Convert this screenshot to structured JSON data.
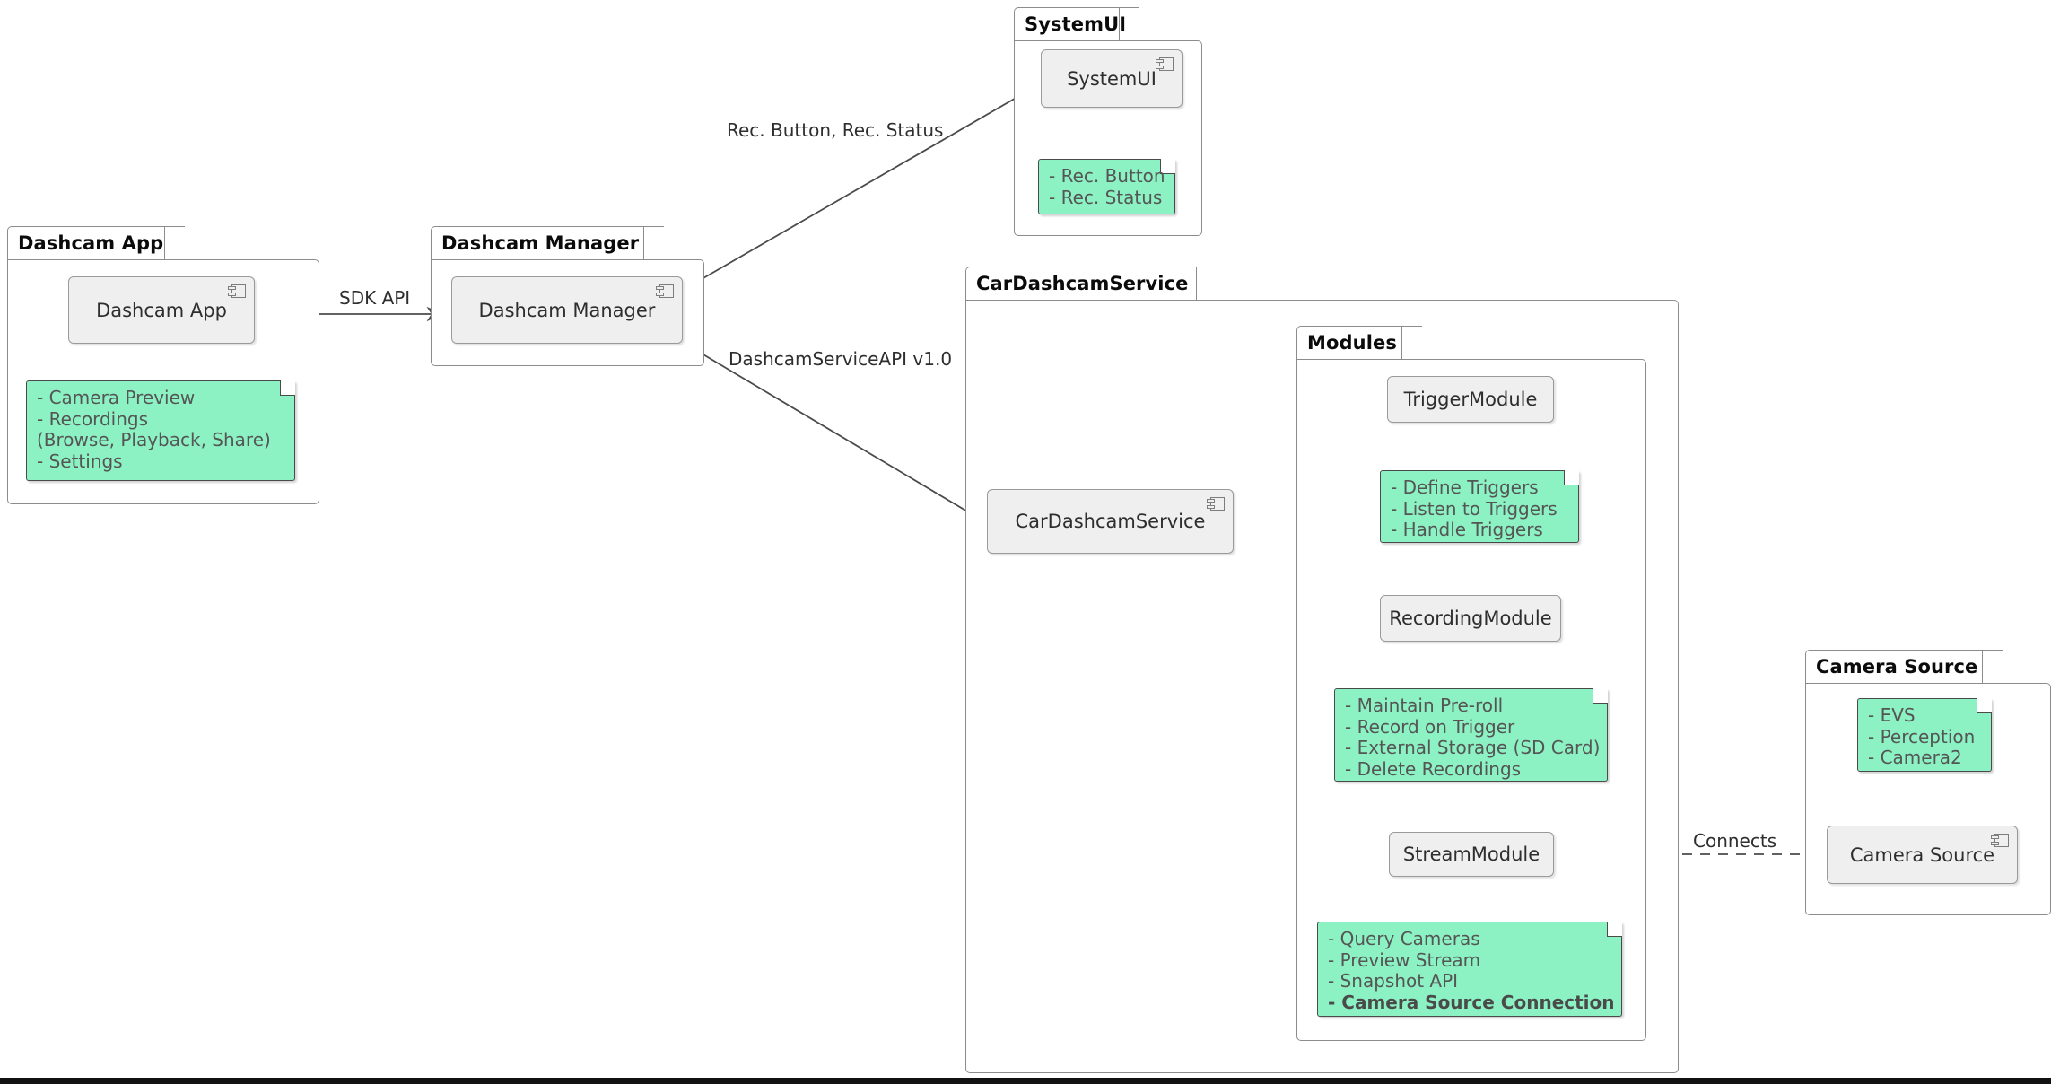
{
  "diagram": {
    "type": "uml-component-diagram",
    "colors": {
      "note_fill": "#8cf2c4",
      "note_border": "#4a4a4a",
      "component_fill": "#efefef",
      "component_border": "#9a9a9a",
      "package_border": "#8c8c8c",
      "edge": "#4b4b4b",
      "text": "#2e2e2e"
    }
  },
  "packages": {
    "dashcam_app": {
      "title": "Dashcam App",
      "component": "Dashcam App",
      "note": [
        "- Camera Preview",
        "- Recordings",
        "  (Browse, Playback, Share)",
        "- Settings"
      ]
    },
    "dashcam_manager": {
      "title": "Dashcam Manager",
      "component": "Dashcam Manager"
    },
    "system_ui": {
      "title": "SystemUI",
      "component": "SystemUI",
      "note": [
        "- Rec. Button",
        "- Rec. Status"
      ]
    },
    "car_dashcam_service": {
      "title": "CarDashcamService",
      "component": "CarDashcamService",
      "modules": {
        "title": "Modules",
        "trigger": {
          "component": "TriggerModule",
          "note": [
            "- Define Triggers",
            "- Listen to Triggers",
            "- Handle Triggers"
          ]
        },
        "recording": {
          "component": "RecordingModule",
          "note": [
            "- Maintain Pre-roll",
            "- Record on Trigger",
            "- External Storage (SD Card)",
            "- Delete Recordings"
          ]
        },
        "stream": {
          "component": "StreamModule",
          "note": [
            "- Query Cameras",
            "- Preview Stream",
            "- Snapshot API"
          ],
          "note_bold": [
            "- Camera Source Connection"
          ]
        }
      }
    },
    "camera_source": {
      "title": "Camera Source",
      "component": "Camera Source",
      "note": [
        "- EVS",
        "- Perception",
        "- Camera2"
      ]
    }
  },
  "edges": {
    "sdk_api": "SDK API",
    "rec_button_status": "Rec. Button, Rec. Status",
    "dashcam_service_api": "DashcamServiceAPI v1.0",
    "connects": "Connects"
  }
}
